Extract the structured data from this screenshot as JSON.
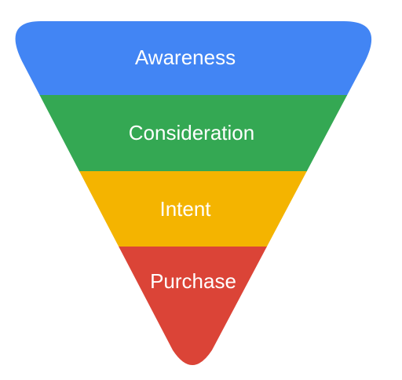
{
  "funnel": {
    "stages": [
      {
        "label": "Awareness",
        "color": "#4285F4"
      },
      {
        "label": "Consideration",
        "color": "#34A853"
      },
      {
        "label": "Intent",
        "color": "#F4B400"
      },
      {
        "label": "Purchase",
        "color": "#DB4437"
      }
    ]
  }
}
